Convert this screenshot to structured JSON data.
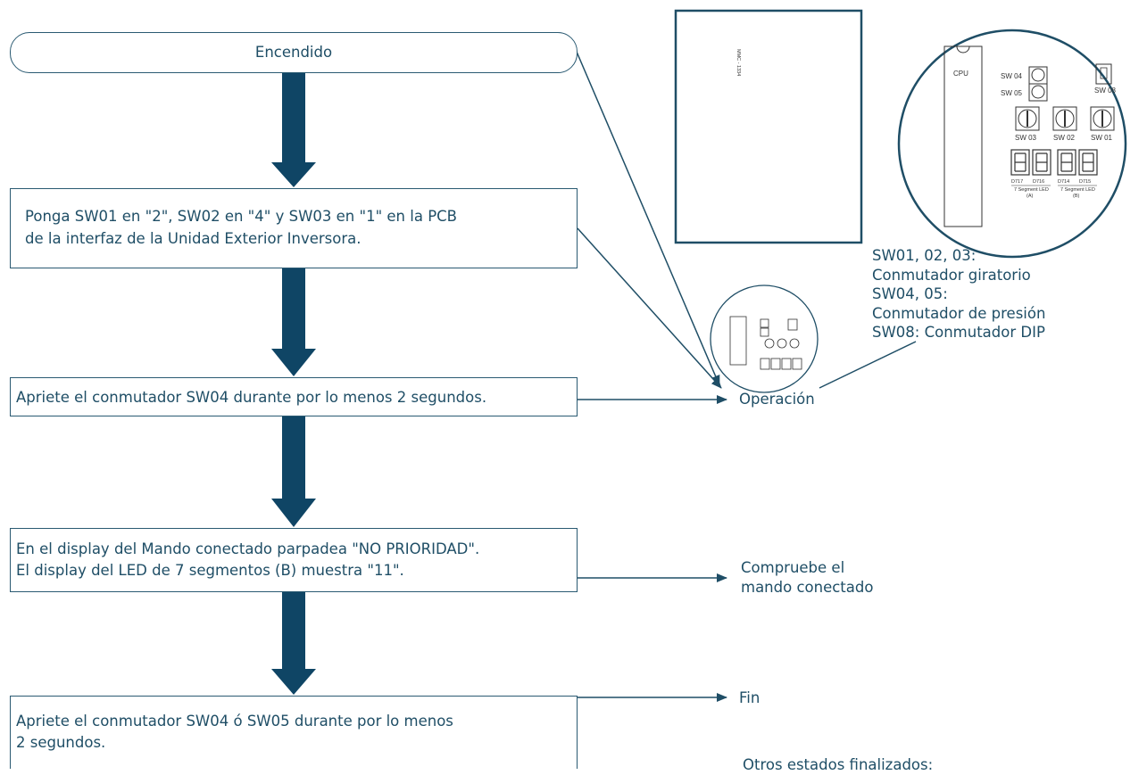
{
  "flow": {
    "start": "Encendido",
    "step1_line1": "Ponga SW01 en \"2\", SW02 en \"4\" y SW03 en \"1\" en la PCB",
    "step1_line2": "de la interfaz de la Unidad Exterior Inversora.",
    "step2": "Apriete el conmutador SW04 durante por lo menos 2 segundos.",
    "step3_line1": "En el display del Mando conectado parpadea \"NO PRIORIDAD\".",
    "step3_line2": "El display del LED de 7 segmentos (B) muestra \"11\".",
    "step4_line1": "Apriete el conmutador SW04 ó SW05 durante por lo menos",
    "step4_line2": "2 segundos."
  },
  "side_labels": {
    "operation": "Operación",
    "check_line1": "Compruebe el",
    "check_line2": "mando conectado",
    "end": "Fin",
    "other_states": "Otros estados finalizados:"
  },
  "legend": {
    "line1": "SW01, 02, 03:",
    "line2": "Conmutador giratorio",
    "line3": "SW04, 05:",
    "line4": "Conmutador de presión",
    "line5": "SW08: Conmutador DIP"
  },
  "pcb": {
    "board_code": "MMC - 1334",
    "cpu": "CPU",
    "sw04": "SW 04",
    "sw05": "SW 05",
    "sw08": "SW 08",
    "sw03": "SW 03",
    "sw02": "SW 02",
    "sw01": "SW 01",
    "d717": "D717",
    "d716": "D716",
    "d714": "D714",
    "d715": "D715",
    "seg_led_a": "7 Segment LED",
    "seg_led_b": "7 Segment LED",
    "group_a": "(A)",
    "group_b": "(B)"
  },
  "colors": {
    "arrow": "#0f4565",
    "text": "#1f4e66",
    "line": "#2a5a72"
  }
}
